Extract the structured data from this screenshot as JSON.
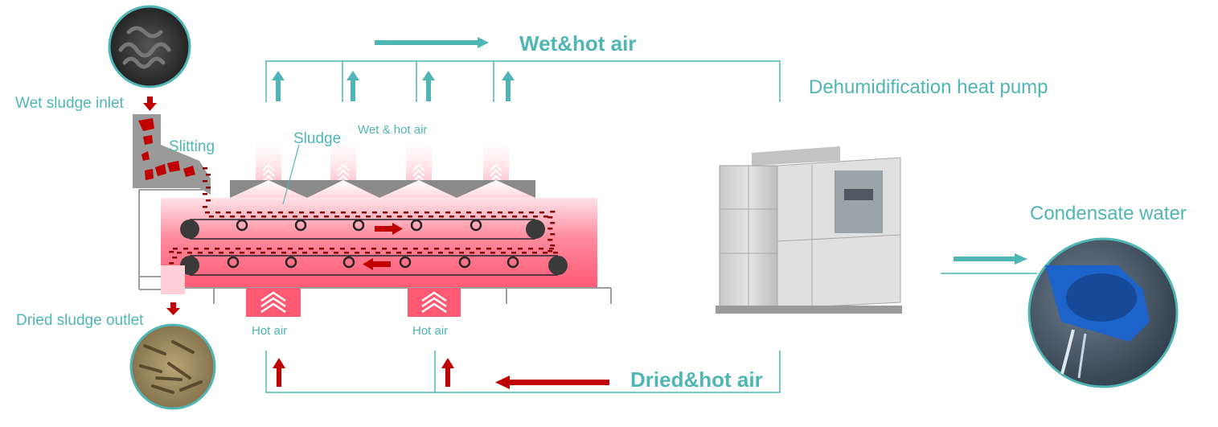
{
  "labels": {
    "wet_hot_air_top": "Wet&hot air",
    "dehumidification_heat_pump": "Dehumidification heat pump",
    "wet_sludge_inlet": "Wet sludge inlet",
    "slitting": "Slitting",
    "sludge": "Sludge",
    "wet_hot_air_small": "Wet & hot air",
    "condensate_water": "Condensate water",
    "dried_sludge_outlet": "Dried sludge outlet",
    "hot_air_1": "Hot air",
    "hot_air_2": "Hot air",
    "dried_hot_air": "Dried&hot air"
  },
  "colors": {
    "teal": "#4fb6b5",
    "red": "#c00000",
    "dryer_pink": "#ff6f86",
    "machine_grey": "#d9d9d9"
  }
}
